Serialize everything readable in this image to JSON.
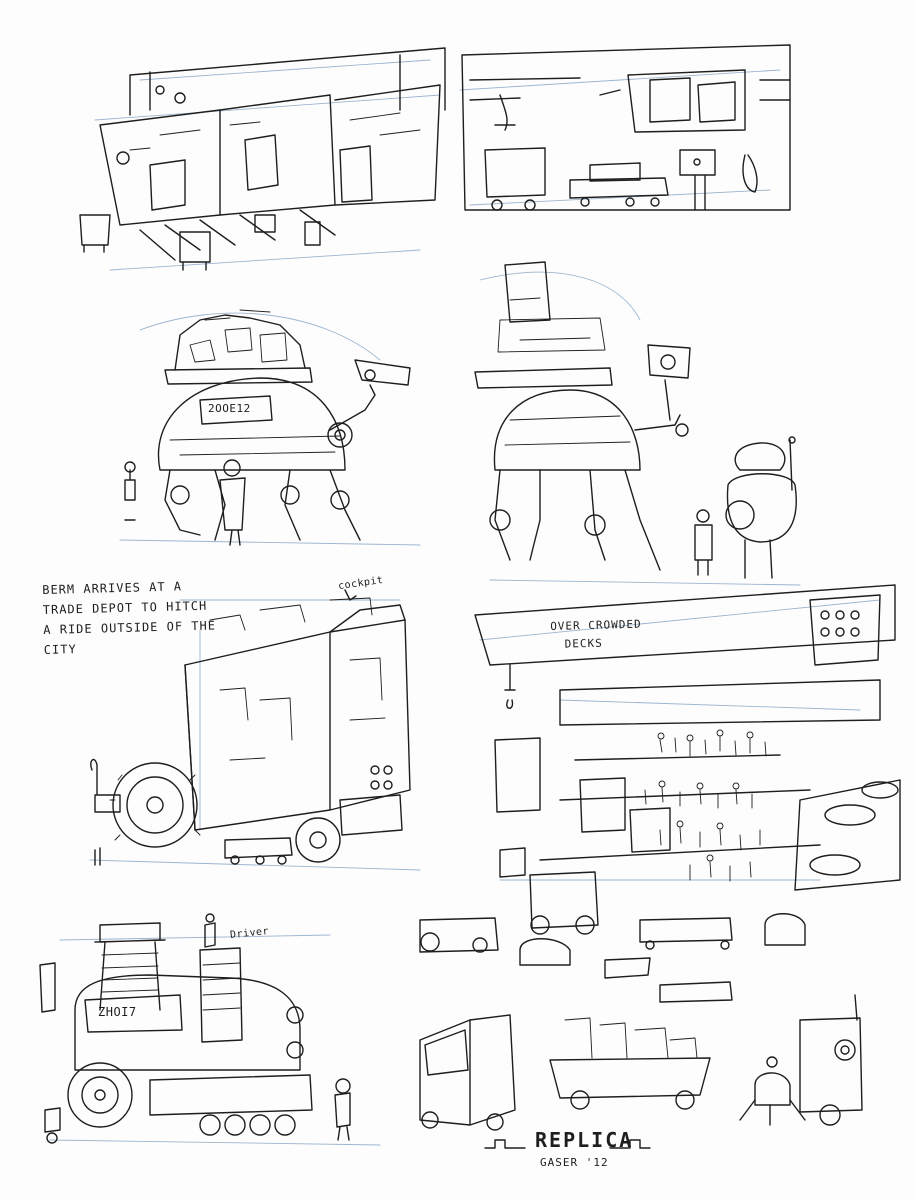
{
  "notes": {
    "depot_caption": [
      "BERM ARRIVES AT A",
      "TRADE DEPOT TO HITCH",
      "A RIDE OUTSIDE OF THE",
      "CITY"
    ],
    "cockpit_label": "cockpit",
    "decks_caption": [
      "OVER CROWDED",
      "DECKS"
    ],
    "driver_label": "Driver",
    "vehicle_plate_1": "2OOE12",
    "vehicle_plate_2": "ZHOI7"
  },
  "signature": {
    "title": "REPLICA",
    "author": "GASER '12"
  },
  "colors": {
    "ink": "#1e1e1e",
    "blue_pencil": "#9bb5cf",
    "paper": "#fdfdfd"
  }
}
